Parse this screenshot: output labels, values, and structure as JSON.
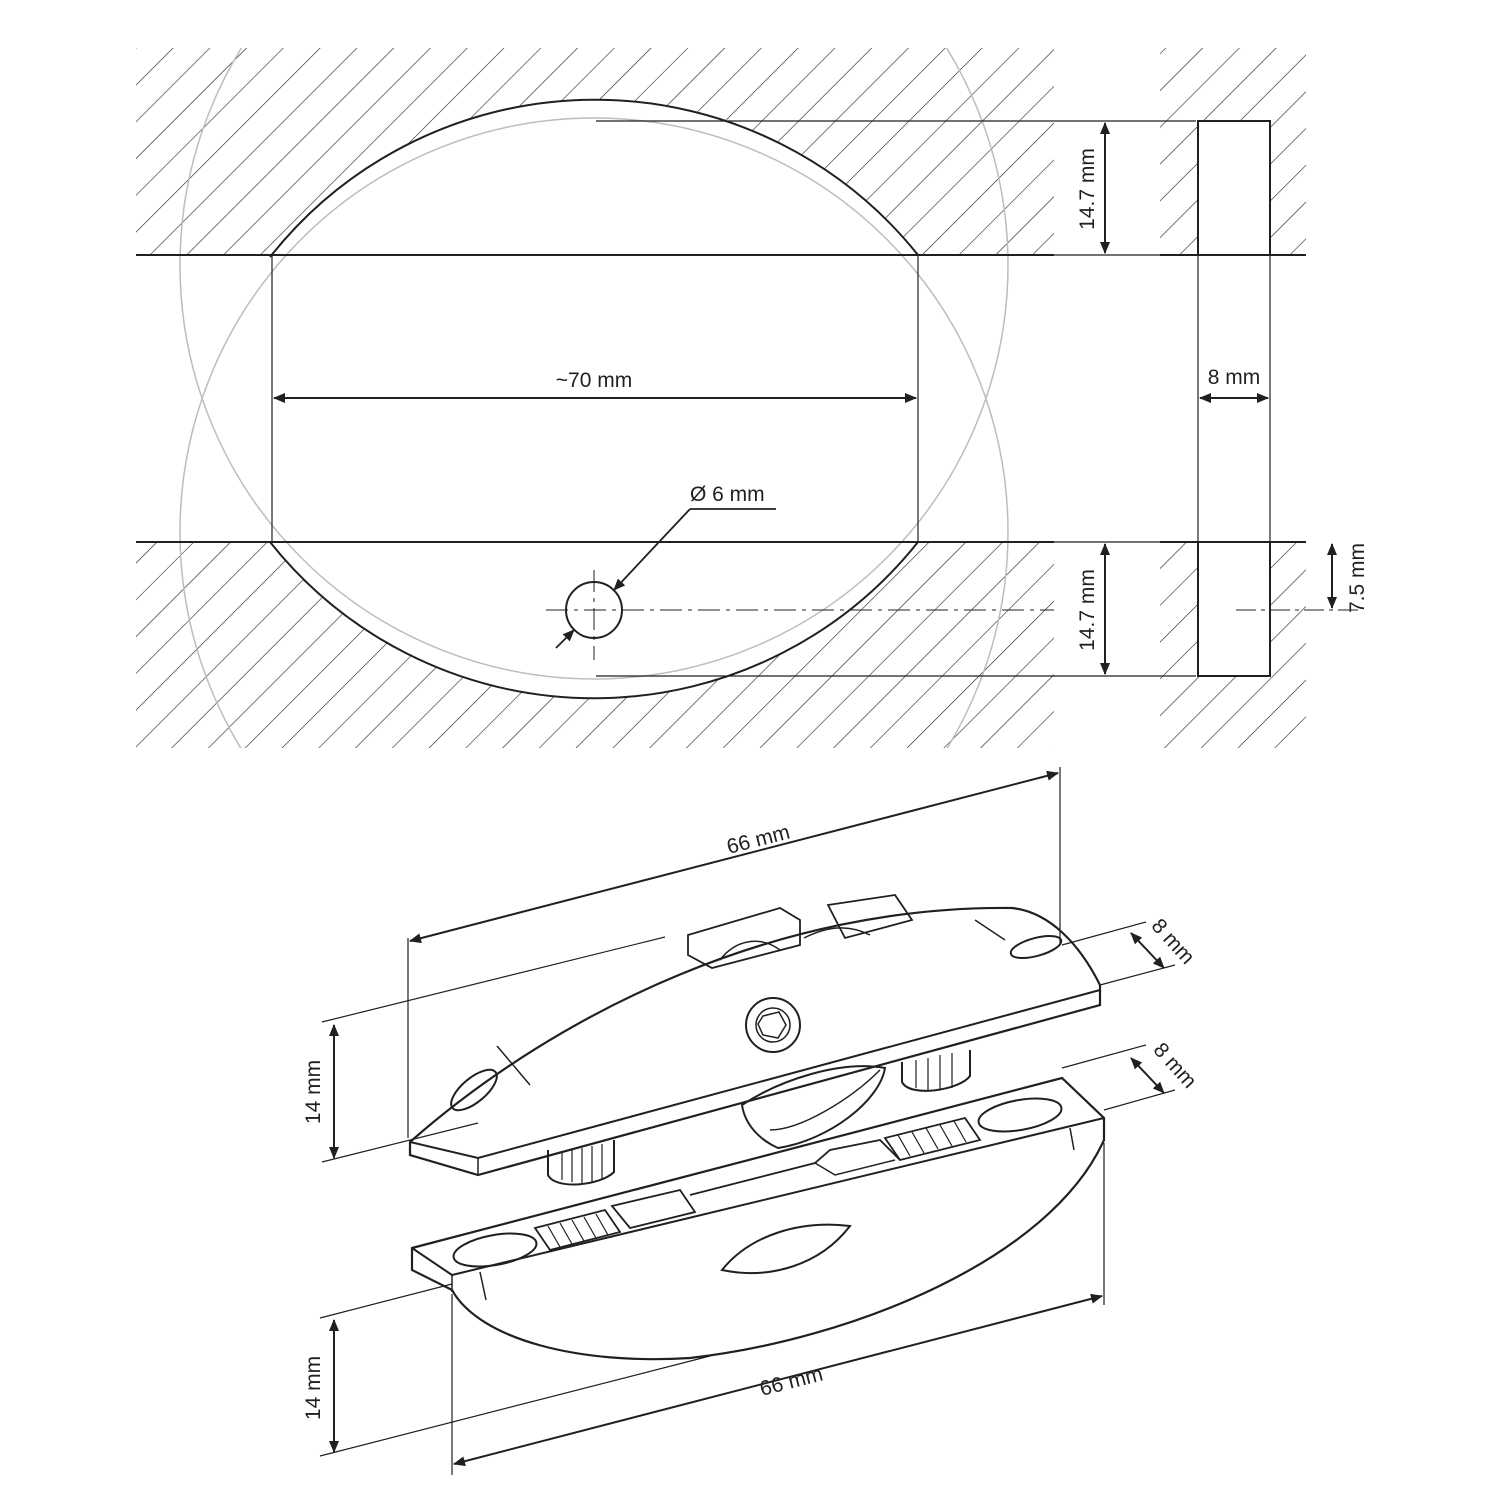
{
  "section_view": {
    "cutout_length_label": "~70 mm",
    "upper_depth_label": "14.7 mm",
    "lower_depth_label": "14.7 mm",
    "slot_width_label": "8 mm",
    "hole_diameter_label": "Ø  6 mm",
    "hole_offset_label": "7.5 mm"
  },
  "isometric_view": {
    "top_part": {
      "length_label": "66 mm",
      "height_label": "14 mm",
      "thickness_label": "8 mm"
    },
    "bottom_part": {
      "length_label": "66 mm",
      "height_label": "14 mm",
      "thickness_label": "8 mm"
    }
  },
  "colors": {
    "line": "#231f20",
    "construction": "#bdbdbd",
    "background": "#ffffff"
  }
}
